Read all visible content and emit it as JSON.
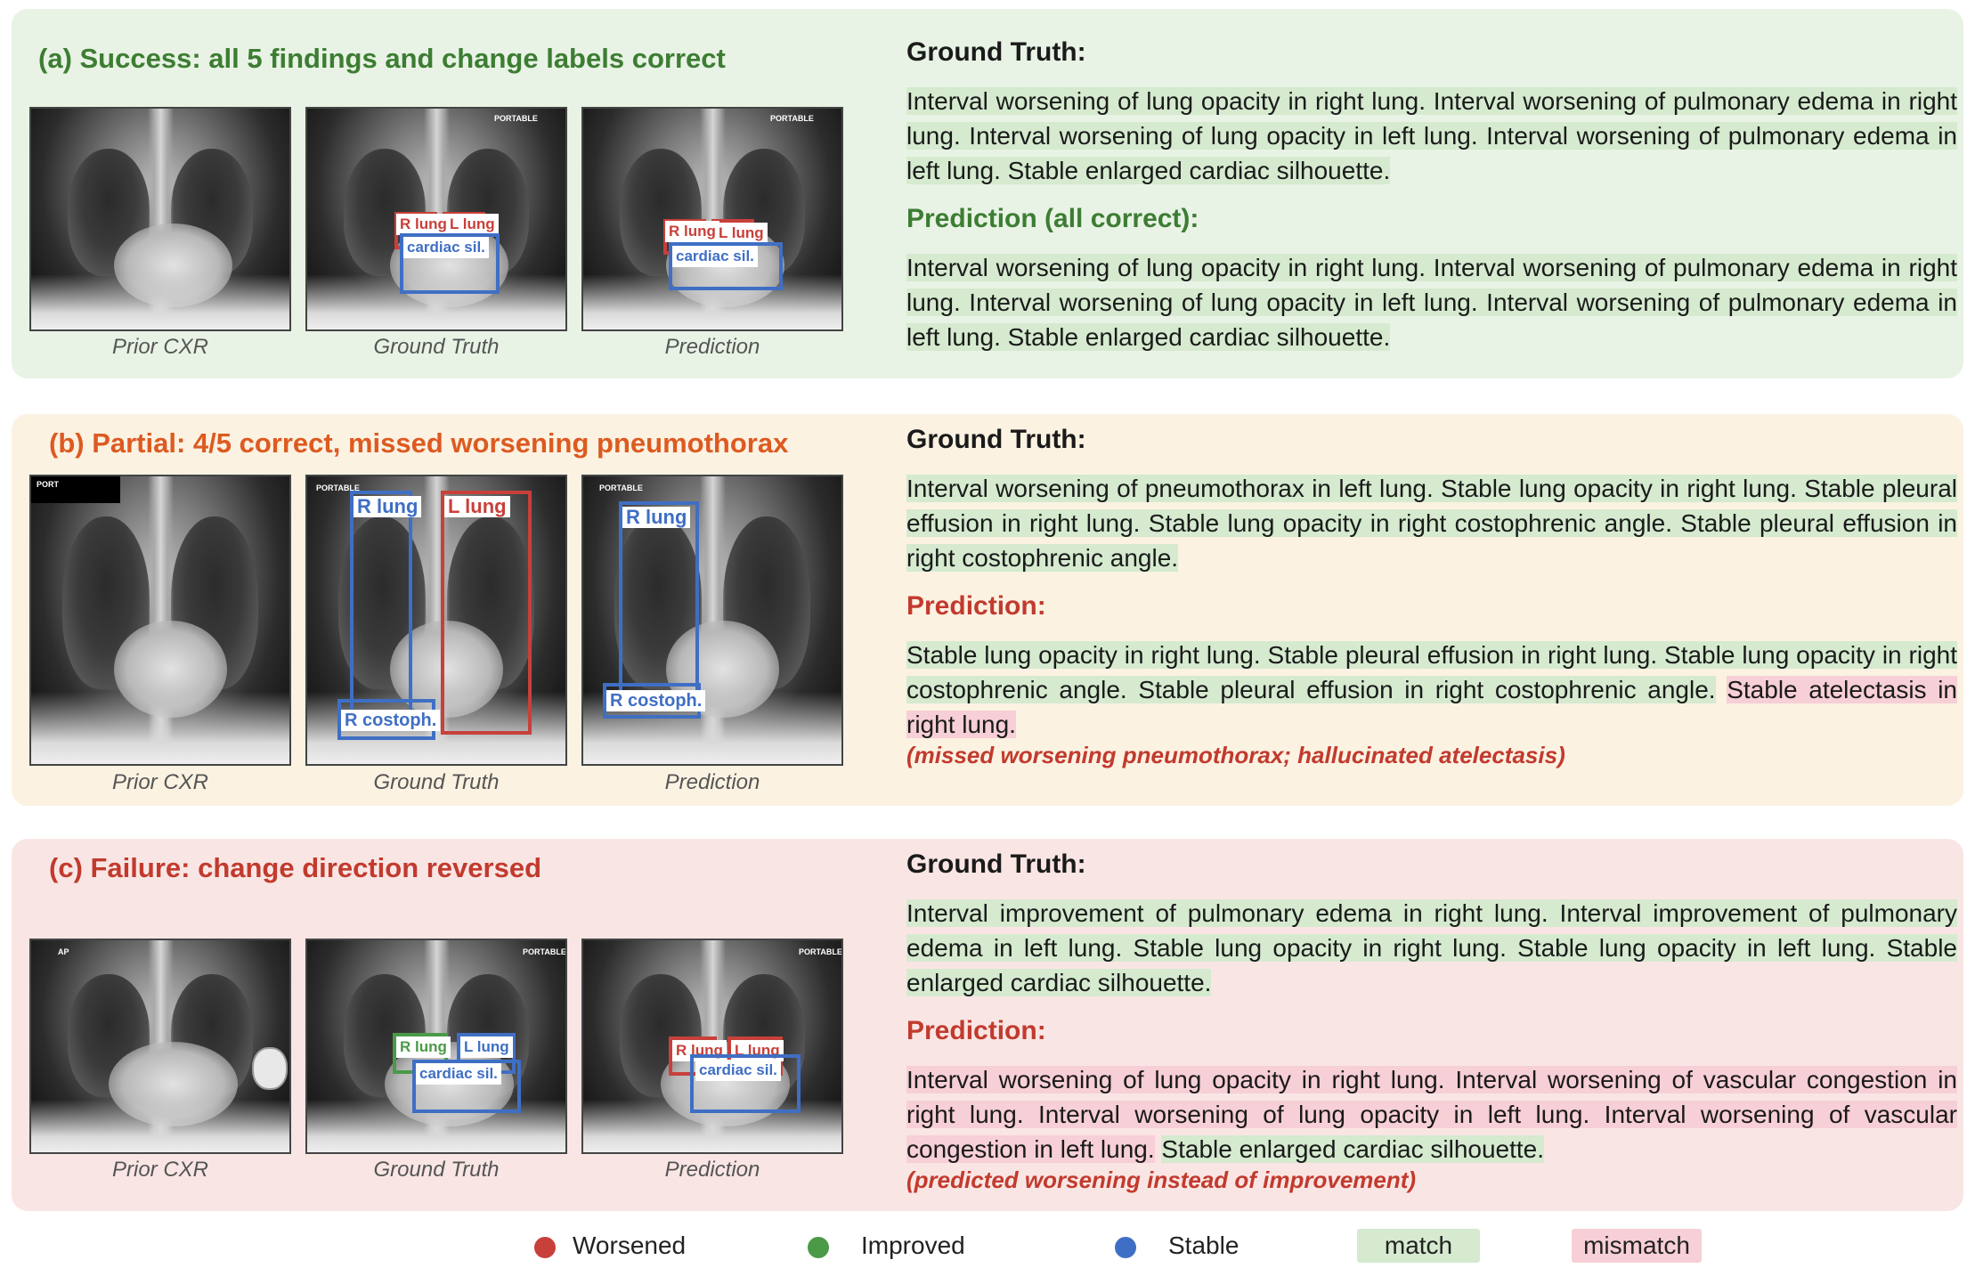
{
  "panels": {
    "a": {
      "title": "(a) Success: all 5 findings and change labels correct",
      "captions": [
        "Prior CXR",
        "Ground Truth",
        "Prediction"
      ],
      "gt_heading": "Ground Truth:",
      "gt_text": "Interval worsening of lung opacity in right lung. Interval worsening of pulmonary edema in right lung. Interval worsening of lung opacity in left lung. Interval worsening of pulmonary edema in left lung. Stable enlarged cardiac silhouette.",
      "pred_heading": "Prediction (all correct):",
      "pred_text": "Interval worsening of lung opacity in right lung. Interval worsening of pulmonary edema in right lung. Interval worsening of lung opacity in left lung. Interval worsening of pulmonary edema in left lung. Stable enlarged cardiac silhouette.",
      "boxes_gt": {
        "r_lung": "R lung",
        "l_lung": "L lung",
        "cardiac": "cardiac sil."
      },
      "boxes_pred": {
        "r_lung": "R lung",
        "l_lung": "L lung",
        "cardiac": "cardiac sil."
      },
      "tags": {
        "gt": "PORTABLE",
        "pred": "PORTABLE"
      }
    },
    "b": {
      "title": "(b) Partial: 4/5 correct, missed worsening pneumothorax",
      "captions": [
        "Prior CXR",
        "Ground Truth",
        "Prediction"
      ],
      "gt_heading": "Ground Truth:",
      "gt_text": "Interval worsening of pneumothorax in left lung. Stable lung opacity in right lung. Stable pleural effusion in right lung. Stable lung opacity in right costophrenic angle. Stable pleural effusion in right costophrenic angle.",
      "pred_heading": "Prediction:",
      "pred_text_match": "Stable lung opacity in right lung. Stable pleural effusion in right lung. Stable lung opacity in right costophrenic angle. Stable pleural effusion in right costophrenic angle.",
      "pred_text_mismatch": "Stable atelectasis in right lung.",
      "note": "(missed worsening pneumothorax; hallucinated atelectasis)",
      "boxes_gt": {
        "r_lung": "R lung",
        "l_lung": "L lung",
        "costoph": "R costoph."
      },
      "boxes_pred": {
        "r_lung": "R lung",
        "costoph": "R costoph."
      },
      "tags": {
        "prior": "PORT",
        "gt": "PORTABLE",
        "pred": "PORTABLE"
      }
    },
    "c": {
      "title": "(c) Failure: change direction reversed",
      "captions": [
        "Prior CXR",
        "Ground Truth",
        "Prediction"
      ],
      "gt_heading": "Ground Truth:",
      "gt_text": "Interval improvement of pulmonary edema in right lung. Interval improvement of pulmonary edema in left lung. Stable lung opacity in right lung. Stable lung opacity in left lung. Stable enlarged cardiac silhouette.",
      "pred_heading": "Prediction:",
      "pred_text_mismatch": "Interval worsening of lung opacity in right lung. Interval worsening of vascular congestion in right lung. Interval worsening of lung opacity in left lung. Interval worsening of vascular congestion in left lung.",
      "pred_text_match": "Stable enlarged cardiac silhouette.",
      "note": "(predicted worsening instead of improvement)",
      "boxes_gt": {
        "r_lung": "R lung",
        "l_lung": "L lung",
        "cardiac": "cardiac sil."
      },
      "boxes_pred": {
        "r_lung": "R lung",
        "l_lung": "L lung",
        "cardiac": "cardiac sil."
      },
      "tags": {
        "prior": "AP",
        "gt": "PORTABLE",
        "pred": "PORTABLE"
      }
    }
  },
  "legend": {
    "worsened": "Worsened",
    "improved": "Improved",
    "stable": "Stable",
    "match": "match",
    "mismatch": "mismatch"
  },
  "colors": {
    "worsened": "#c8403a",
    "improved": "#4a9a48",
    "stable": "#3f6fc4",
    "match_bg": "#d5eacf",
    "mismatch_bg": "#f7cfd6"
  }
}
